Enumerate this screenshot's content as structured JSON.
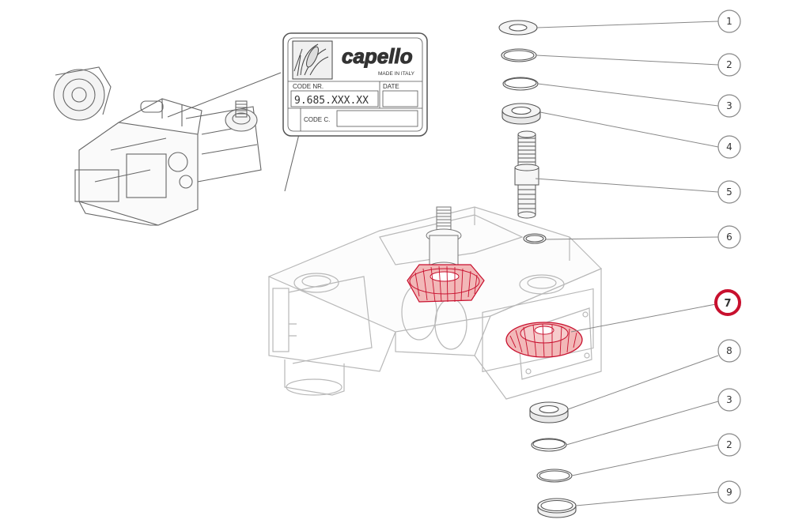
{
  "nameplate": {
    "brand": "capello",
    "made_in": "MADE IN ITALY",
    "code_nr_label": "CODE NR.",
    "code_nr_value": "9.685.XXX.XX",
    "date_label": "DATE",
    "code_c_label": "CODE C."
  },
  "callouts": [
    {
      "number": "1",
      "highlighted": false
    },
    {
      "number": "2",
      "highlighted": false
    },
    {
      "number": "3",
      "highlighted": false
    },
    {
      "number": "4",
      "highlighted": false
    },
    {
      "number": "5",
      "highlighted": false
    },
    {
      "number": "6",
      "highlighted": false
    },
    {
      "number": "7",
      "highlighted": true
    },
    {
      "number": "8",
      "highlighted": false
    },
    {
      "number": "3",
      "highlighted": false
    },
    {
      "number": "2",
      "highlighted": false
    },
    {
      "number": "9",
      "highlighted": false
    }
  ],
  "colors": {
    "line": "#888888",
    "highlight": "#c8102e",
    "gear_fill": "#f2b8b8"
  }
}
